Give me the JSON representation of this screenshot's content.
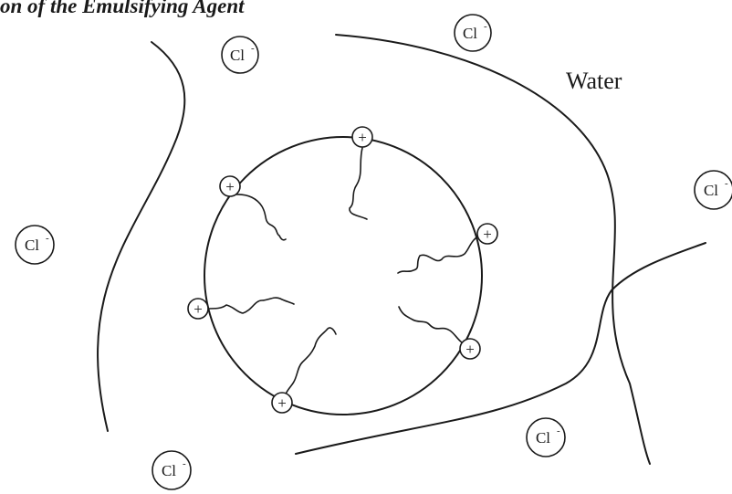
{
  "diagram": {
    "title": "on of the Emulsifying Agent",
    "water_label": "Water",
    "anion": {
      "symbol": "Cl",
      "charge": "-"
    },
    "cation_charge": "+"
  }
}
